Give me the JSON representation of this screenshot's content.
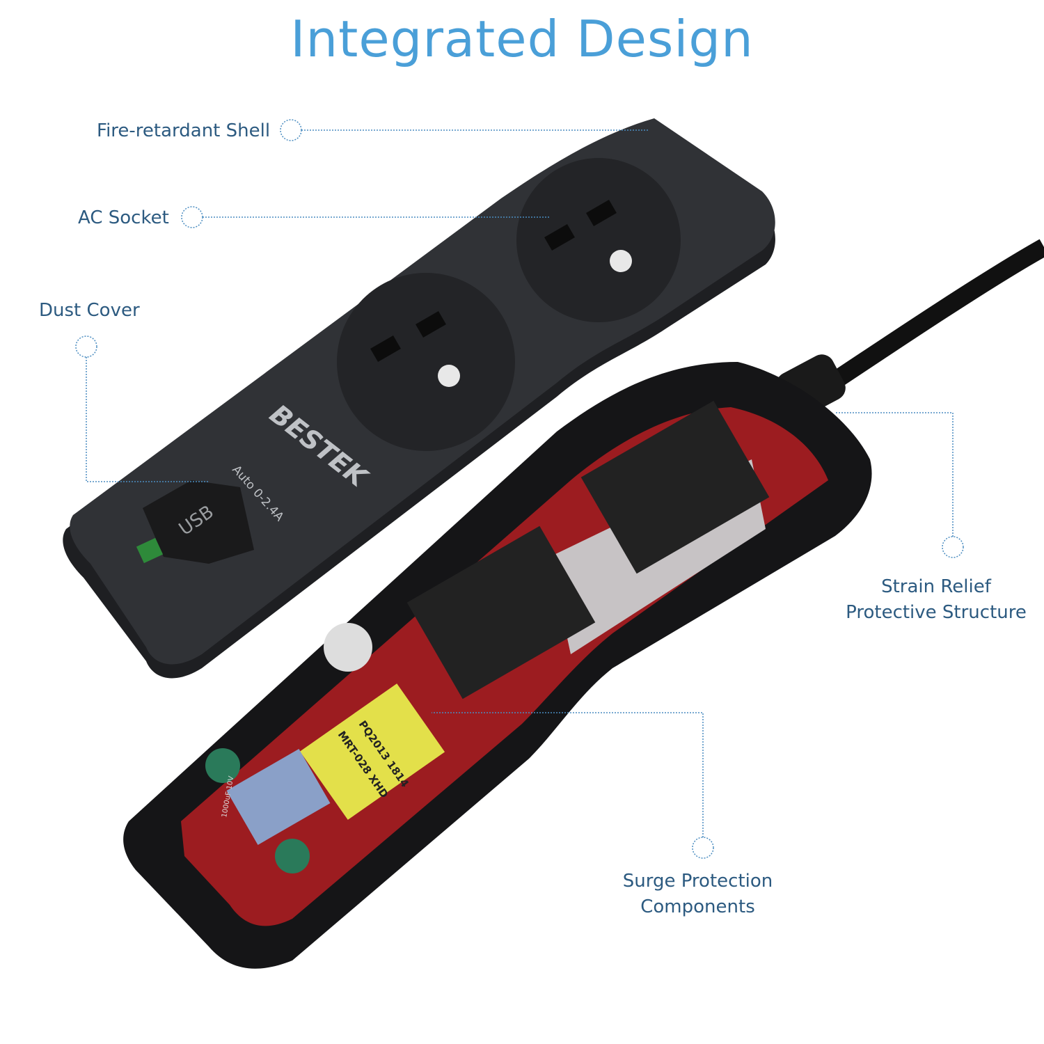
{
  "title": "Integrated Design",
  "callouts": {
    "shell": "Fire-retardant Shell",
    "socket": "AC Socket",
    "dust": "Dust Cover",
    "strain_1": "Strain Relief",
    "strain_2": "Protective Structure",
    "surge_1": "Surge Protection",
    "surge_2": "Components"
  },
  "product": {
    "brand": "BESTEK",
    "usb_rating": "Auto 0-2.4A",
    "usb_cover": "USB",
    "component_1": "MRT-028 XHD",
    "component_2": "PQ2013 1814",
    "cap_label": "1000uF 10V"
  },
  "colors": {
    "title": "#4a9fd8",
    "label": "#2c5a80",
    "line": "#4a8cc0",
    "body": "#2a2b2e",
    "pcb": "#9c1c20"
  }
}
